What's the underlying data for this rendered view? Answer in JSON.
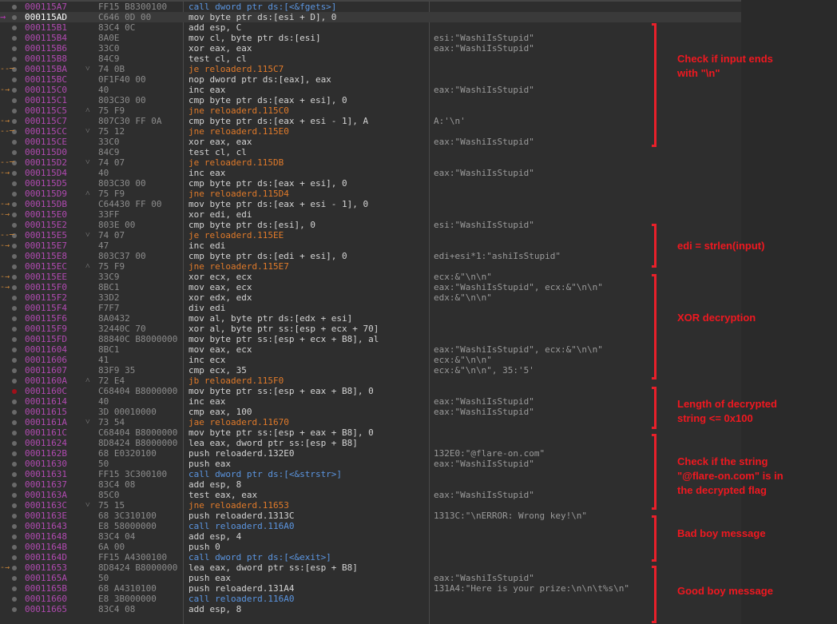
{
  "rows": [
    {
      "addr": "000115A7",
      "bytes": "FF15 B8300100",
      "instr": "call dword ptr ds:[<&fgets>]",
      "kind": "call",
      "cmt": "",
      "jm": "",
      "arrow": "",
      "bp": false
    },
    {
      "addr": "000115AD",
      "bytes": "C646 0D 00",
      "instr": "mov byte ptr ds:[esi + D], 0",
      "kind": "",
      "cmt": "",
      "jm": "",
      "arrow": "cur",
      "bp": true
    },
    {
      "addr": "000115B1",
      "bytes": "83C4 0C",
      "instr": "add esp, C",
      "kind": "",
      "cmt": "",
      "jm": "",
      "arrow": "",
      "bp": false
    },
    {
      "addr": "000115B4",
      "bytes": "8A0E",
      "instr": "mov cl, byte ptr ds:[esi]",
      "kind": "",
      "cmt": "esi:\"WashiIsStupid\"",
      "jm": "",
      "arrow": "",
      "bp": false
    },
    {
      "addr": "000115B6",
      "bytes": "33C0",
      "instr": "xor eax, eax",
      "kind": "",
      "cmt": "eax:\"WashiIsStupid\"",
      "jm": "",
      "arrow": "",
      "bp": false
    },
    {
      "addr": "000115B8",
      "bytes": "84C9",
      "instr": "test cl, cl",
      "kind": "",
      "cmt": "",
      "jm": "",
      "arrow": "",
      "bp": false
    },
    {
      "addr": "000115BA",
      "bytes": "74 0B",
      "instr": "je reloaderd.115C7",
      "kind": "jmp",
      "cmt": "",
      "jm": "v",
      "arrow": "j",
      "bp": false
    },
    {
      "addr": "000115BC",
      "bytes": "0F1F40 00",
      "instr": "nop dword ptr ds:[eax], eax",
      "kind": "",
      "cmt": "",
      "jm": "",
      "arrow": "",
      "bp": false
    },
    {
      "addr": "000115C0",
      "bytes": "40",
      "instr": "inc eax",
      "kind": "",
      "cmt": "eax:\"WashiIsStupid\"",
      "jm": "",
      "arrow": "t",
      "bp": false
    },
    {
      "addr": "000115C1",
      "bytes": "803C30 00",
      "instr": "cmp byte ptr ds:[eax + esi], 0",
      "kind": "",
      "cmt": "",
      "jm": "",
      "arrow": "",
      "bp": false
    },
    {
      "addr": "000115C5",
      "bytes": "75 F9",
      "instr": "jne reloaderd.115C0",
      "kind": "jmp",
      "cmt": "",
      "jm": "^",
      "arrow": "",
      "bp": false
    },
    {
      "addr": "000115C7",
      "bytes": "807C30 FF 0A",
      "instr": "cmp byte ptr ds:[eax + esi - 1], A",
      "kind": "",
      "cmt": "A:'\\n'",
      "jm": "",
      "arrow": "t",
      "bp": false
    },
    {
      "addr": "000115CC",
      "bytes": "75 12",
      "instr": "jne reloaderd.115E0",
      "kind": "jmp",
      "cmt": "",
      "jm": "v",
      "arrow": "j",
      "bp": false
    },
    {
      "addr": "000115CE",
      "bytes": "33C0",
      "instr": "xor eax, eax",
      "kind": "",
      "cmt": "eax:\"WashiIsStupid\"",
      "jm": "",
      "arrow": "",
      "bp": false
    },
    {
      "addr": "000115D0",
      "bytes": "84C9",
      "instr": "test cl, cl",
      "kind": "",
      "cmt": "",
      "jm": "",
      "arrow": "",
      "bp": false
    },
    {
      "addr": "000115D2",
      "bytes": "74 07",
      "instr": "je reloaderd.115DB",
      "kind": "jmp",
      "cmt": "",
      "jm": "v",
      "arrow": "j",
      "bp": false
    },
    {
      "addr": "000115D4",
      "bytes": "40",
      "instr": "inc eax",
      "kind": "",
      "cmt": "eax:\"WashiIsStupid\"",
      "jm": "",
      "arrow": "t",
      "bp": false
    },
    {
      "addr": "000115D5",
      "bytes": "803C30 00",
      "instr": "cmp byte ptr ds:[eax + esi], 0",
      "kind": "",
      "cmt": "",
      "jm": "",
      "arrow": "",
      "bp": false
    },
    {
      "addr": "000115D9",
      "bytes": "75 F9",
      "instr": "jne reloaderd.115D4",
      "kind": "jmp",
      "cmt": "",
      "jm": "^",
      "arrow": "",
      "bp": false
    },
    {
      "addr": "000115DB",
      "bytes": "C64430 FF 00",
      "instr": "mov byte ptr ds:[eax + esi - 1], 0",
      "kind": "",
      "cmt": "",
      "jm": "",
      "arrow": "t",
      "bp": false
    },
    {
      "addr": "000115E0",
      "bytes": "33FF",
      "instr": "xor edi, edi",
      "kind": "",
      "cmt": "",
      "jm": "",
      "arrow": "t",
      "bp": false
    },
    {
      "addr": "000115E2",
      "bytes": "803E 00",
      "instr": "cmp byte ptr ds:[esi], 0",
      "kind": "",
      "cmt": "esi:\"WashiIsStupid\"",
      "jm": "",
      "arrow": "",
      "bp": false
    },
    {
      "addr": "000115E5",
      "bytes": "74 07",
      "instr": "je reloaderd.115EE",
      "kind": "jmp",
      "cmt": "",
      "jm": "v",
      "arrow": "j",
      "bp": false
    },
    {
      "addr": "000115E7",
      "bytes": "47",
      "instr": "inc edi",
      "kind": "",
      "cmt": "",
      "jm": "",
      "arrow": "t",
      "bp": false
    },
    {
      "addr": "000115E8",
      "bytes": "803C37 00",
      "instr": "cmp byte ptr ds:[edi + esi], 0",
      "kind": "",
      "cmt": "edi+esi*1:\"ashiIsStupid\"",
      "jm": "",
      "arrow": "",
      "bp": false
    },
    {
      "addr": "000115EC",
      "bytes": "75 F9",
      "instr": "jne reloaderd.115E7",
      "kind": "jmp",
      "cmt": "",
      "jm": "^",
      "arrow": "",
      "bp": false
    },
    {
      "addr": "000115EE",
      "bytes": "33C9",
      "instr": "xor ecx, ecx",
      "kind": "",
      "cmt": "ecx:&\"\\n\\n\"",
      "jm": "",
      "arrow": "t",
      "bp": false
    },
    {
      "addr": "000115F0",
      "bytes": "8BC1",
      "instr": "mov eax, ecx",
      "kind": "",
      "cmt": "eax:\"WashiIsStupid\", ecx:&\"\\n\\n\"",
      "jm": "",
      "arrow": "t",
      "bp": false
    },
    {
      "addr": "000115F2",
      "bytes": "33D2",
      "instr": "xor edx, edx",
      "kind": "",
      "cmt": "edx:&\"\\n\\n\"",
      "jm": "",
      "arrow": "",
      "bp": false
    },
    {
      "addr": "000115F4",
      "bytes": "F7F7",
      "instr": "div edi",
      "kind": "",
      "cmt": "",
      "jm": "",
      "arrow": "",
      "bp": false
    },
    {
      "addr": "000115F6",
      "bytes": "8A0432",
      "instr": "mov al, byte ptr ds:[edx + esi]",
      "kind": "",
      "cmt": "",
      "jm": "",
      "arrow": "",
      "bp": false
    },
    {
      "addr": "000115F9",
      "bytes": "32440C 70",
      "instr": "xor al, byte ptr ss:[esp + ecx + 70]",
      "kind": "",
      "cmt": "",
      "jm": "",
      "arrow": "",
      "bp": false
    },
    {
      "addr": "000115FD",
      "bytes": "88840C B8000000",
      "instr": "mov byte ptr ss:[esp + ecx + B8], al",
      "kind": "",
      "cmt": "",
      "jm": "",
      "arrow": "",
      "bp": false
    },
    {
      "addr": "00011604",
      "bytes": "8BC1",
      "instr": "mov eax, ecx",
      "kind": "",
      "cmt": "eax:\"WashiIsStupid\", ecx:&\"\\n\\n\"",
      "jm": "",
      "arrow": "",
      "bp": false
    },
    {
      "addr": "00011606",
      "bytes": "41",
      "instr": "inc ecx",
      "kind": "",
      "cmt": "ecx:&\"\\n\\n\"",
      "jm": "",
      "arrow": "",
      "bp": false
    },
    {
      "addr": "00011607",
      "bytes": "83F9 35",
      "instr": "cmp ecx, 35",
      "kind": "",
      "cmt": "ecx:&\"\\n\\n\", 35:'5'",
      "jm": "",
      "arrow": "",
      "bp": false
    },
    {
      "addr": "0001160A",
      "bytes": "72 E4",
      "instr": "jb reloaderd.115F0",
      "kind": "jmp",
      "cmt": "",
      "jm": "^",
      "arrow": "",
      "bp": false
    },
    {
      "addr": "0001160C",
      "bytes": "C68404 B8000000",
      "instr": "mov byte ptr ss:[esp + eax + B8], 0",
      "kind": "",
      "cmt": "",
      "jm": "",
      "arrow": "",
      "bp": "red"
    },
    {
      "addr": "00011614",
      "bytes": "40",
      "instr": "inc eax",
      "kind": "",
      "cmt": "eax:\"WashiIsStupid\"",
      "jm": "",
      "arrow": "",
      "bp": false
    },
    {
      "addr": "00011615",
      "bytes": "3D 00010000",
      "instr": "cmp eax, 100",
      "kind": "",
      "cmt": "eax:\"WashiIsStupid\"",
      "jm": "",
      "arrow": "",
      "bp": false
    },
    {
      "addr": "0001161A",
      "bytes": "73 54",
      "instr": "jae reloaderd.11670",
      "kind": "jmp",
      "cmt": "",
      "jm": "v",
      "arrow": "",
      "bp": false
    },
    {
      "addr": "0001161C",
      "bytes": "C68404 B8000000",
      "instr": "mov byte ptr ss:[esp + eax + B8], 0",
      "kind": "",
      "cmt": "",
      "jm": "",
      "arrow": "",
      "bp": false
    },
    {
      "addr": "00011624",
      "bytes": "8D8424 B8000000",
      "instr": "lea eax, dword ptr ss:[esp + B8]",
      "kind": "",
      "cmt": "",
      "jm": "",
      "arrow": "",
      "bp": false
    },
    {
      "addr": "0001162B",
      "bytes": "68 E0320100",
      "instr": "push reloaderd.132E0",
      "kind": "",
      "cmt": "132E0:\"@flare-on.com\"",
      "jm": "",
      "arrow": "",
      "bp": false
    },
    {
      "addr": "00011630",
      "bytes": "50",
      "instr": "push eax",
      "kind": "",
      "cmt": "eax:\"WashiIsStupid\"",
      "jm": "",
      "arrow": "",
      "bp": false
    },
    {
      "addr": "00011631",
      "bytes": "FF15 3C300100",
      "instr": "call dword ptr ds:[<&strstr>]",
      "kind": "call",
      "cmt": "",
      "jm": "",
      "arrow": "",
      "bp": false
    },
    {
      "addr": "00011637",
      "bytes": "83C4 08",
      "instr": "add esp, 8",
      "kind": "",
      "cmt": "",
      "jm": "",
      "arrow": "",
      "bp": false
    },
    {
      "addr": "0001163A",
      "bytes": "85C0",
      "instr": "test eax, eax",
      "kind": "",
      "cmt": "eax:\"WashiIsStupid\"",
      "jm": "",
      "arrow": "",
      "bp": false
    },
    {
      "addr": "0001163C",
      "bytes": "75 15",
      "instr": "jne reloaderd.11653",
      "kind": "jmp",
      "cmt": "",
      "jm": "v",
      "arrow": "",
      "bp": false
    },
    {
      "addr": "0001163E",
      "bytes": "68 3C310100",
      "instr": "push reloaderd.1313C",
      "kind": "",
      "cmt": "1313C:\"\\nERROR: Wrong key!\\n\"",
      "jm": "",
      "arrow": "",
      "bp": false
    },
    {
      "addr": "00011643",
      "bytes": "E8 58000000",
      "instr": "call reloaderd.116A0",
      "kind": "call",
      "cmt": "",
      "jm": "",
      "arrow": "",
      "bp": false
    },
    {
      "addr": "00011648",
      "bytes": "83C4 04",
      "instr": "add esp, 4",
      "kind": "",
      "cmt": "",
      "jm": "",
      "arrow": "",
      "bp": false
    },
    {
      "addr": "0001164B",
      "bytes": "6A 00",
      "instr": "push 0",
      "kind": "",
      "cmt": "",
      "jm": "",
      "arrow": "",
      "bp": false
    },
    {
      "addr": "0001164D",
      "bytes": "FF15 A4300100",
      "instr": "call dword ptr ds:[<&exit>]",
      "kind": "call",
      "cmt": "",
      "jm": "",
      "arrow": "",
      "bp": false
    },
    {
      "addr": "00011653",
      "bytes": "8D8424 B8000000",
      "instr": "lea eax, dword ptr ss:[esp + B8]",
      "kind": "",
      "cmt": "",
      "jm": "",
      "arrow": "t",
      "bp": false
    },
    {
      "addr": "0001165A",
      "bytes": "50",
      "instr": "push eax",
      "kind": "",
      "cmt": "eax:\"WashiIsStupid\"",
      "jm": "",
      "arrow": "",
      "bp": false
    },
    {
      "addr": "0001165B",
      "bytes": "68 A4310100",
      "instr": "push reloaderd.131A4",
      "kind": "",
      "cmt": "131A4:\"Here is your prize:\\n\\n\\t%s\\n\"",
      "jm": "",
      "arrow": "",
      "bp": false
    },
    {
      "addr": "00011660",
      "bytes": "E8 3B000000",
      "instr": "call reloaderd.116A0",
      "kind": "call",
      "cmt": "",
      "jm": "",
      "arrow": "",
      "bp": false
    },
    {
      "addr": "00011665",
      "bytes": "83C4 08",
      "instr": "add esp, 8",
      "kind": "",
      "cmt": "",
      "jm": "",
      "arrow": "",
      "bp": false
    }
  ],
  "annotations": [
    {
      "label": "Check if input ends\nwith \"\\n\""
    },
    {
      "label": "edi = strlen(input)"
    },
    {
      "label": "XOR decryption"
    },
    {
      "label": "Length of decrypted\nstring <= 0x100"
    },
    {
      "label": "Check if the string\n\"@flare-on.com\" is in\nthe decrypted flag"
    },
    {
      "label": "Bad boy message"
    },
    {
      "label": "Good boy message"
    }
  ],
  "colors": {
    "background": "#2e2e2e",
    "address": "#b04ab0",
    "call": "#5b95e0",
    "jump": "#e07a2a",
    "annotation": "#f01820"
  }
}
